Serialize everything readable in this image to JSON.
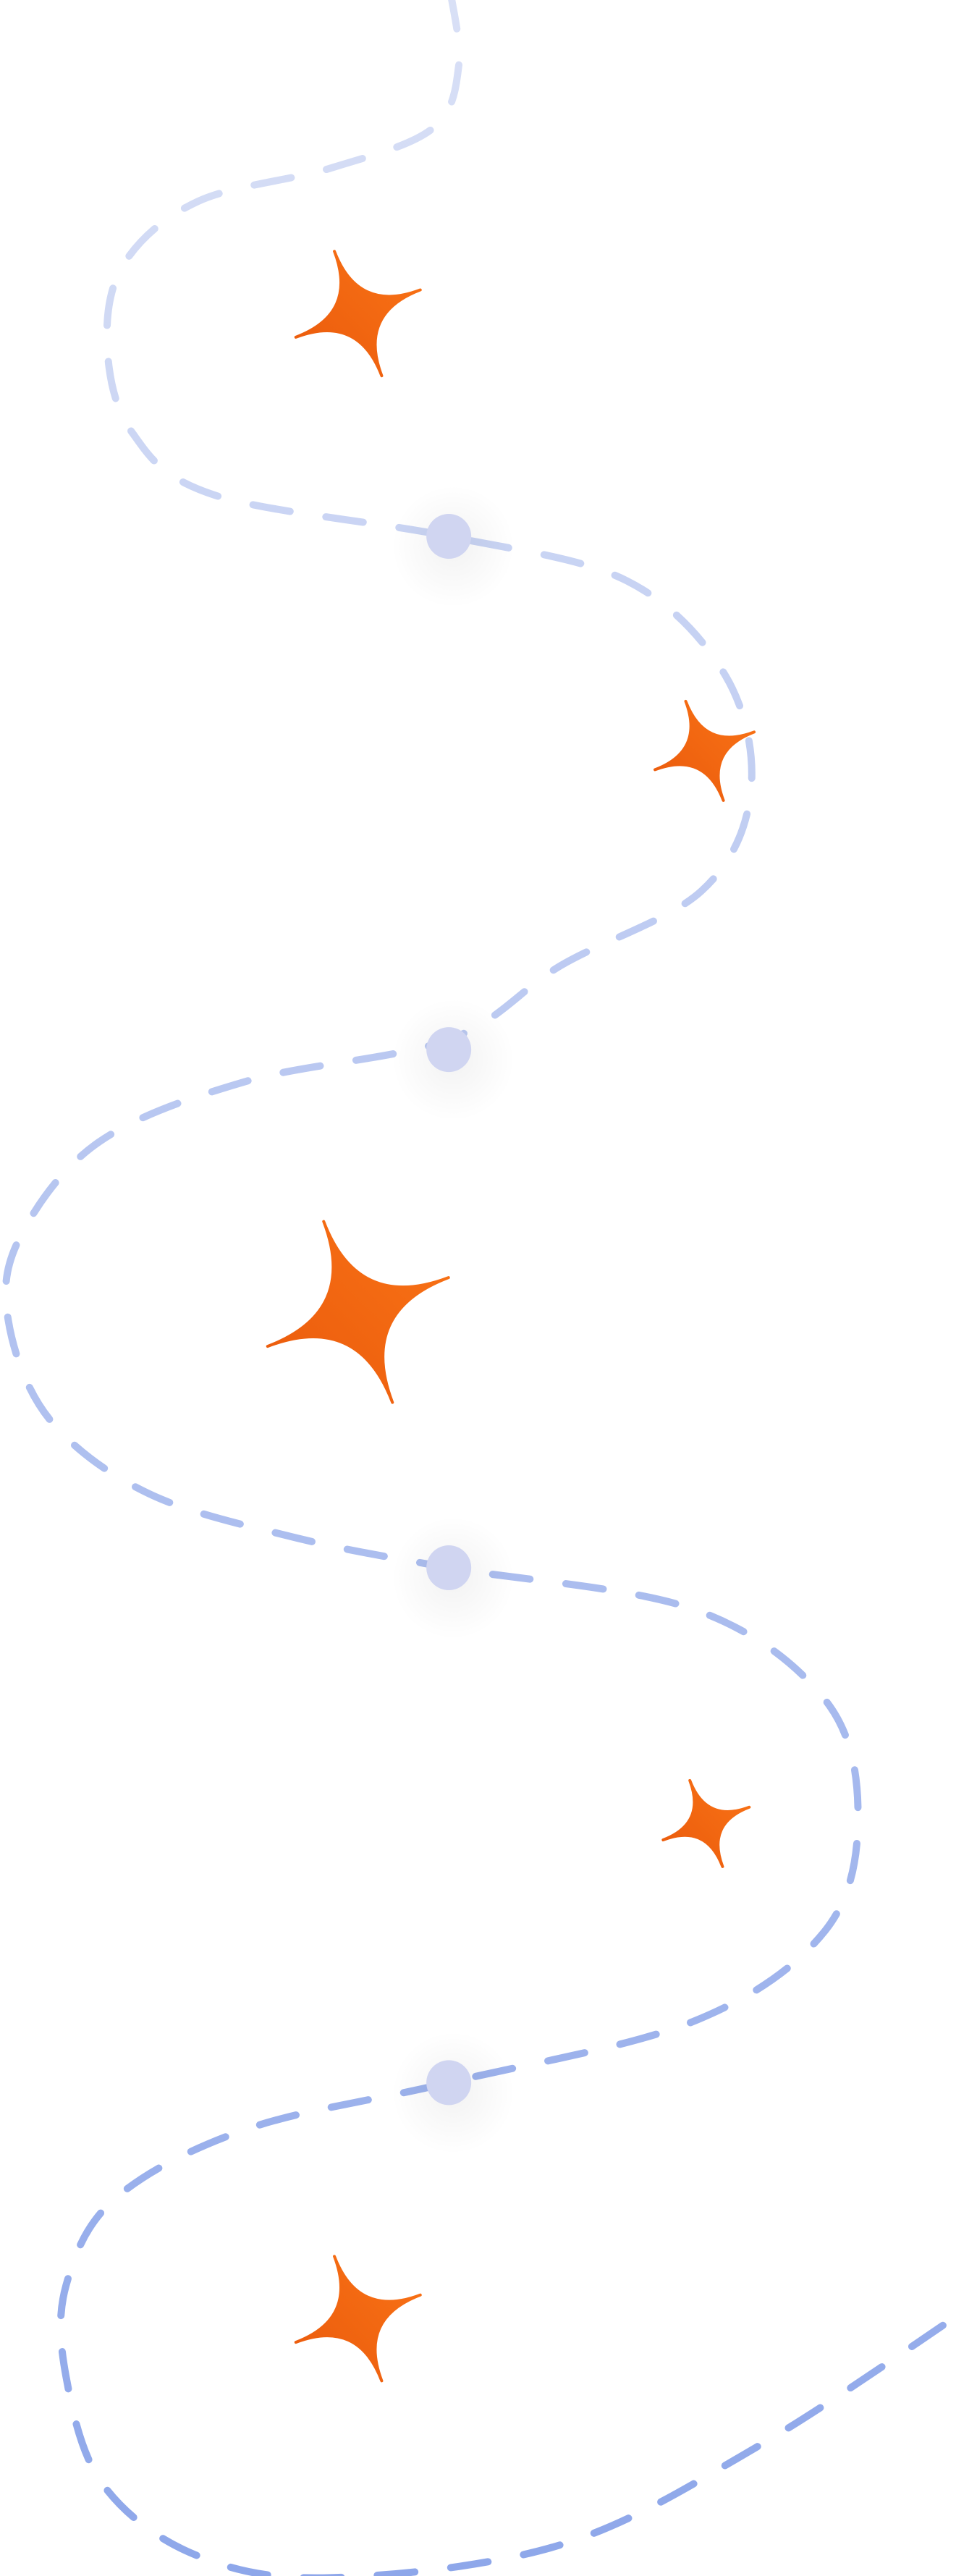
{
  "colors": {
    "path_top": "#d9e0f6",
    "path_bottom": "#8ea7ea",
    "node_fill": "#d0d5f1",
    "star_light": "#f97316",
    "star_dark": "#ea5a0c"
  },
  "elements": {
    "path": "dashed-winding-path",
    "nodes": [
      "node-circle",
      "node-circle",
      "node-circle",
      "node-circle"
    ],
    "stars": [
      "sparkle-icon",
      "sparkle-icon",
      "sparkle-icon",
      "sparkle-icon",
      "sparkle-icon"
    ]
  }
}
